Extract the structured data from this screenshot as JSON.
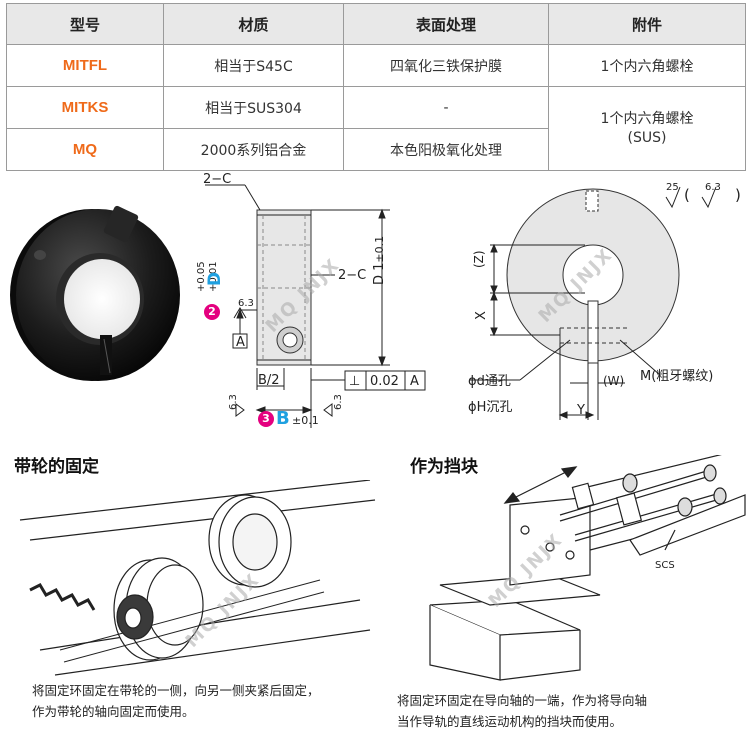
{
  "table": {
    "headers": [
      "型号",
      "材质",
      "表面处理",
      "附件"
    ],
    "rows": [
      {
        "model": "MITFL",
        "material": "相当于S45C",
        "surface": "四氧化三铁保护膜",
        "accessory": "1个内六角螺栓"
      },
      {
        "model": "MITKS",
        "material": "相当于SUS304",
        "surface": "-",
        "accessory_line1": "1个内六角螺栓",
        "accessory_line2": "(SUS)"
      },
      {
        "model": "MQ",
        "material": "2000系列铝合金",
        "surface": "本色阳极氧化处理"
      }
    ]
  },
  "side_drawing": {
    "chamfer_top": "2−C",
    "chamfer_side": "2−C",
    "d1_label": "D 1",
    "d1_tol": "±0.1",
    "d_tol_upper": "+0.05",
    "d_tol_lower": "+0.01",
    "badge2": "2",
    "d_letter": "D",
    "roughness_a": "6.3",
    "datum_a": "A",
    "half_b": "B/2",
    "perp_symbol": "⊥",
    "perp_value": "0.02",
    "perp_datum": "A",
    "roughness_b_left": "6.3",
    "roughness_b_right": "6.3",
    "badge3": "3",
    "b_letter": "B",
    "b_tol": "±0.1"
  },
  "front_drawing": {
    "surface_25": "25",
    "surface_63": "6.3",
    "z_label": "(Z)",
    "x_label": "X",
    "thread_label": "M(粗牙螺纹)",
    "w_label": "(W)",
    "phid_label": "ϕd通孔",
    "phih_label": "ϕH沉孔",
    "y_label": "Y"
  },
  "usage": {
    "left_title": "带轮的固定",
    "right_title": "作为挡块",
    "left_caption_line1": "将固定环固定在带轮的一侧，向另一侧夹紧后固定，",
    "left_caption_line2": "作为带轮的轴向固定而使用。",
    "right_caption_line1": "将固定环固定在导向轴的一端，作为将导向轴",
    "right_caption_line2": "当作导轨的直线运动机构的挡块而使用。",
    "scs_label": "SCS"
  },
  "watermark": "MQ JNJX"
}
